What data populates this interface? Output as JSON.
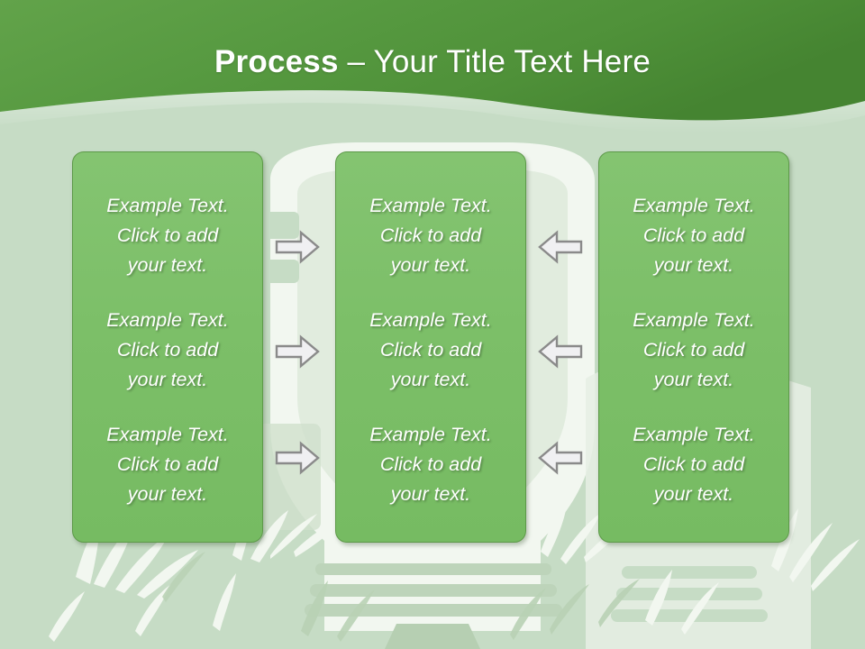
{
  "slide": {
    "title_strong": "Process",
    "title_light": " – Your Title Text Here",
    "title_full": "Process – Your Title Text Here"
  },
  "theme": {
    "header_green_left": "#5b9b43",
    "header_green_right": "#4e8c38",
    "body_green": "#c6dcc5",
    "card_fill": "#7cbf68",
    "card_border": "#5d9949",
    "card_text": "#ffffff",
    "arrow_fill": "#f0f0f2",
    "arrow_stroke": "#8a8a8a",
    "watermark_light": "#f2f7f0",
    "watermark_mid": "#b9d2b5"
  },
  "columns": [
    {
      "id": "column-1",
      "blocks": [
        {
          "text": "Example Text.\nClick  to add\nyour text."
        },
        {
          "text": "Example Text.\nClick  to add\nyour text."
        },
        {
          "text": "Example Text.\nClick  to add\nyour text."
        }
      ]
    },
    {
      "id": "column-2",
      "blocks": [
        {
          "text": "Example Text.\nClick  to add\nyour text."
        },
        {
          "text": "Example Text.\nClick  to add\nyour text."
        },
        {
          "text": "Example Text.\nClick  to add\nyour text."
        }
      ]
    },
    {
      "id": "column-3",
      "blocks": [
        {
          "text": "Example Text.\nClick  to add\nyour text."
        },
        {
          "text": "Example Text.\nClick  to add\nyour text."
        },
        {
          "text": "Example Text.\nClick  to add\nyour text."
        }
      ]
    }
  ],
  "arrows": [
    {
      "id": "arrow-1-right",
      "icon": "arrow-right-icon",
      "direction": "right",
      "row": 1,
      "gap": "a"
    },
    {
      "id": "arrow-2-right",
      "icon": "arrow-right-icon",
      "direction": "right",
      "row": 2,
      "gap": "a"
    },
    {
      "id": "arrow-3-right",
      "icon": "arrow-right-icon",
      "direction": "right",
      "row": 3,
      "gap": "a"
    },
    {
      "id": "arrow-1-left",
      "icon": "arrow-left-icon",
      "direction": "left",
      "row": 1,
      "gap": "b"
    },
    {
      "id": "arrow-2-left",
      "icon": "arrow-left-icon",
      "direction": "left",
      "row": 2,
      "gap": "b"
    },
    {
      "id": "arrow-3-left",
      "icon": "arrow-left-icon",
      "direction": "left",
      "row": 3,
      "gap": "b"
    }
  ]
}
